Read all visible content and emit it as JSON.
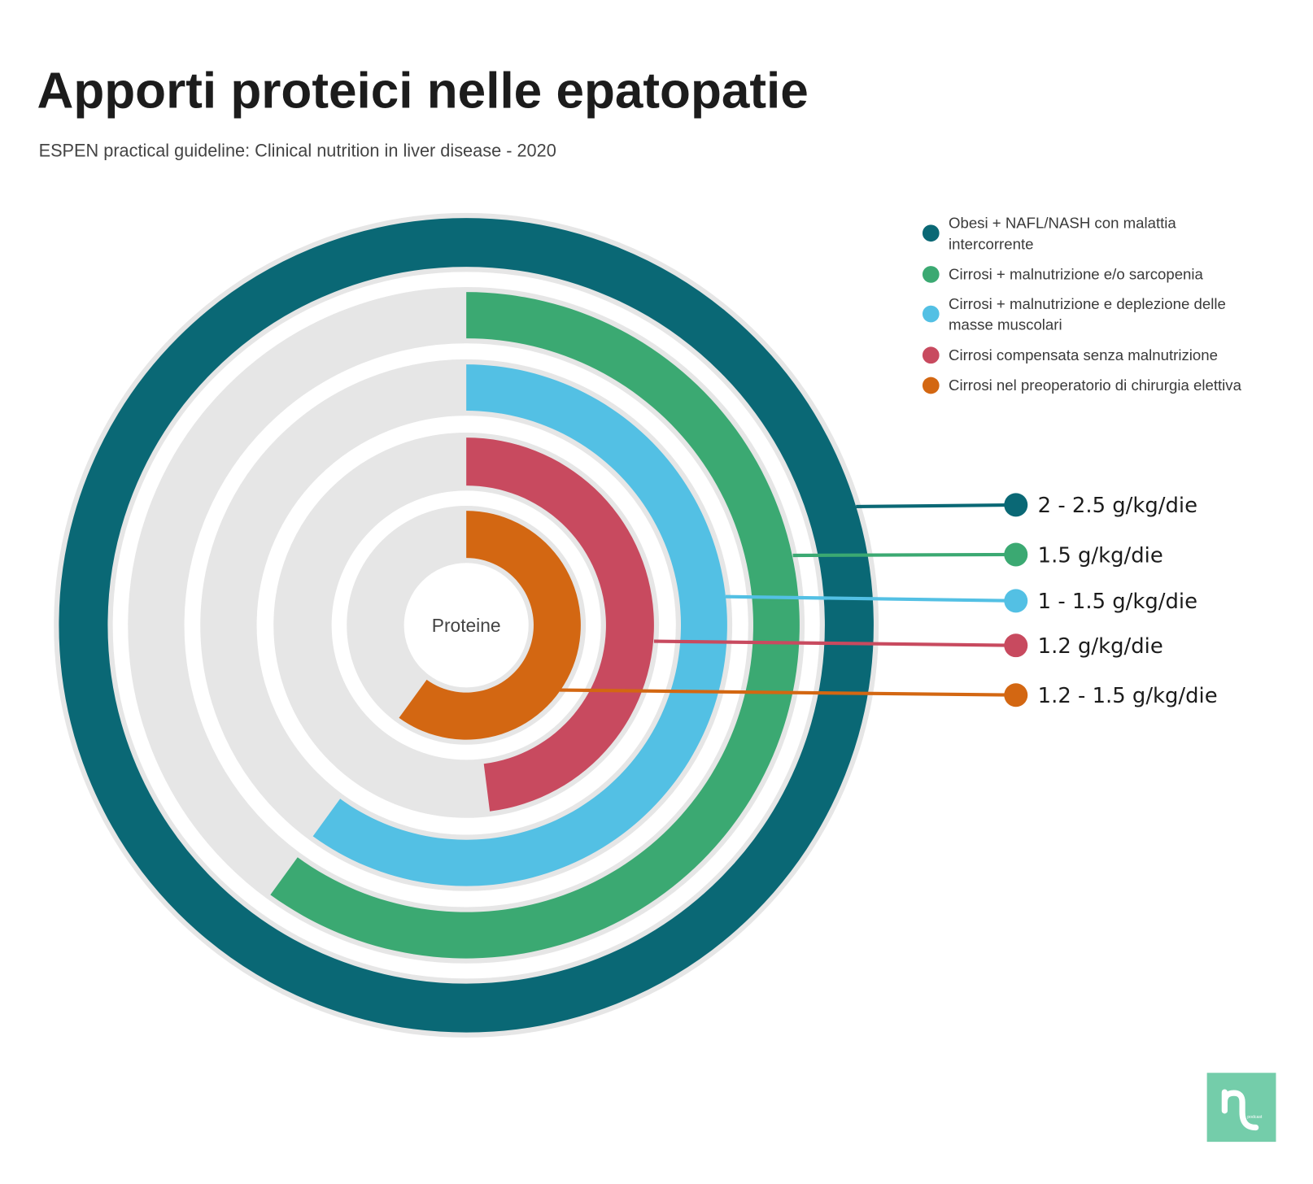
{
  "chart_data": {
    "type": "radial-bar",
    "title": "Apporti proteici nelle epatopatie",
    "subtitle": "ESPEN practical guideline: Clinical nutrition in liver disease - 2020",
    "center_label": "Proteine",
    "max_value": 2.5,
    "legend_placement": "top-right",
    "series": [
      {
        "name": "Obesi + NAFL/NASH con malattia intercorrente",
        "legend_lines": [
          "Obesi + NAFL/NASH con malattia",
          "intercorrente"
        ],
        "value": 2.5,
        "label": "2 - 2.5 g/kg/die",
        "color": "#0a6875"
      },
      {
        "name": "Cirrosi + malnutrizione e/o sarcopenia",
        "legend_lines": [
          "Cirrosi + malnutrizione e/o sarcopenia"
        ],
        "value": 1.5,
        "label": "1.5 g/kg/die",
        "color": "#3ba972"
      },
      {
        "name": "Cirrosi + malnutrizione e deplezione delle masse muscolari",
        "legend_lines": [
          "Cirrosi + malnutrizione e deplezione delle",
          "masse muscolari"
        ],
        "value": 1.5,
        "label": "1 - 1.5 g/kg/die",
        "color": "#53c0e4"
      },
      {
        "name": "Cirrosi compensata senza malnutrizione",
        "legend_lines": [
          "Cirrosi compensata senza malnutrizione"
        ],
        "value": 1.2,
        "label": "1.2 g/kg/die",
        "color": "#c84a5f"
      },
      {
        "name": "Cirrosi nel preoperatorio di chirurgia elettiva",
        "legend_lines": [
          "Cirrosi nel preoperatorio di chirurgia elettiva"
        ],
        "value": 1.5,
        "label": "1.2 - 1.5 g/kg/die",
        "color": "#d36712"
      }
    ]
  },
  "logo": {
    "text": "nc",
    "subtext": "podcast",
    "color": "#74cdaa"
  }
}
